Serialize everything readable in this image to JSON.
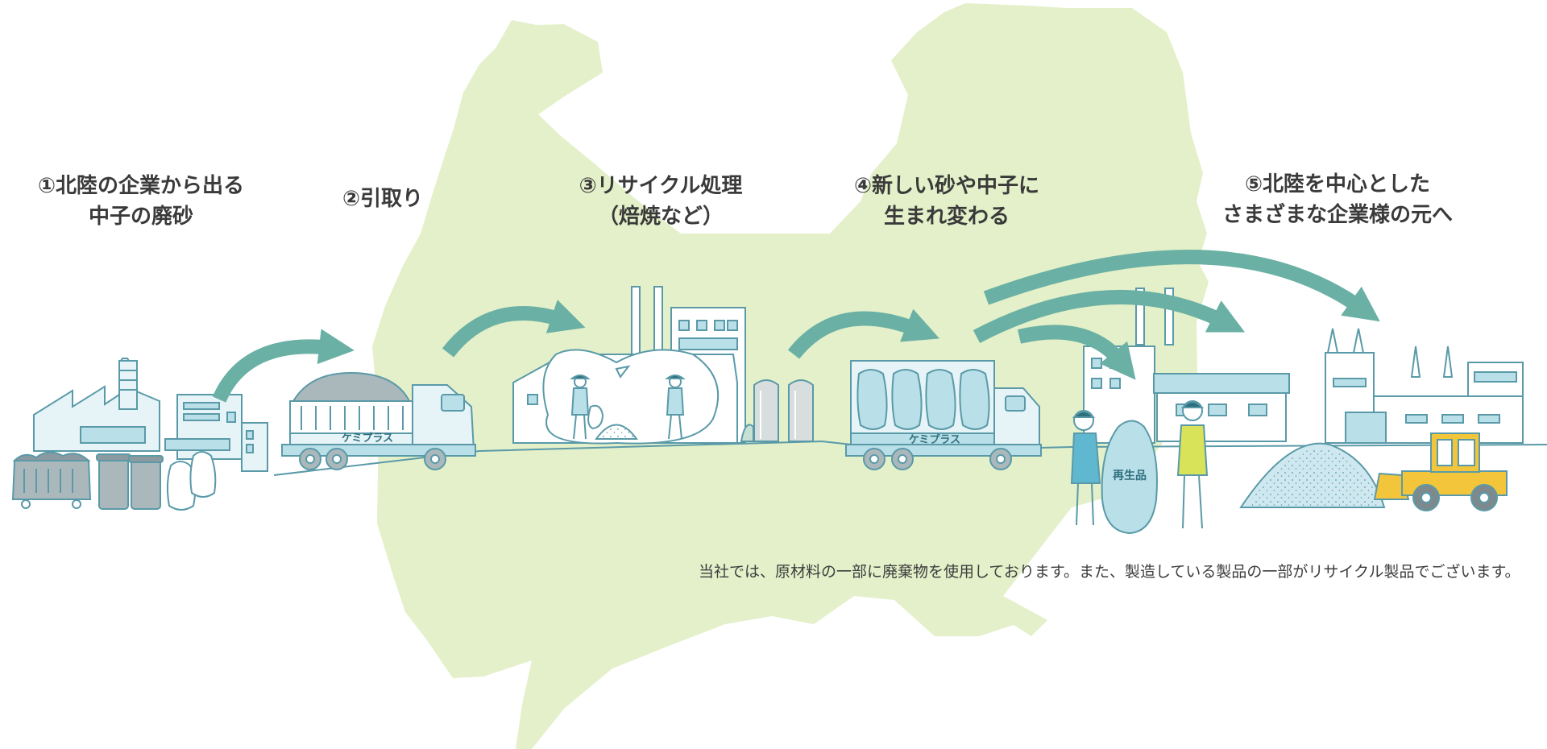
{
  "steps": [
    {
      "lines": [
        "①北陸の企業から出る",
        "中子の廃砂"
      ]
    },
    {
      "lines": [
        "②引取り"
      ]
    },
    {
      "lines": [
        "③リサイクル処理",
        "（焙焼など）"
      ]
    },
    {
      "lines": [
        "④新しい砂や中子に",
        "生まれ変わる"
      ]
    },
    {
      "lines": [
        "⑤北陸を中心とした",
        "さまざまな企業様の元へ"
      ]
    }
  ],
  "note": "当社では、原材料の一部に廃棄物を使用しております。また、製造している製品の一部がリサイクル製品でございます。",
  "truck_label": "ケミプラス",
  "bag_label": "再生品",
  "colors": {
    "map": "#e3f0c9",
    "arrow": "#6ab0a5",
    "line": "#5a9aa8",
    "fill_light": "#e6f4f8",
    "fill_mid": "#b9dfe8",
    "fill_gray": "#aab8bc",
    "loader": "#f3c53a",
    "text": "#3a3a3a"
  },
  "icons": [
    "hokuriku-map",
    "factory-icon",
    "waste-bins",
    "dump-truck",
    "recycling-plant",
    "silos",
    "cargo-truck",
    "workers",
    "sand-pile",
    "wheel-loader",
    "flow-arrow"
  ]
}
